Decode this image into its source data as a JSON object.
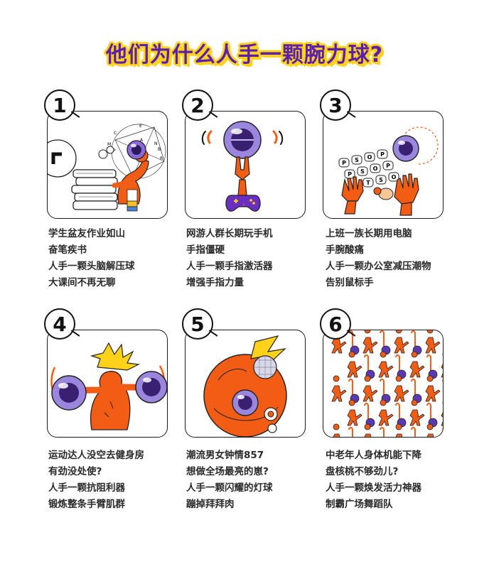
{
  "title": "他们为什么人手一颗腕力球?",
  "sections": [
    {
      "number": "1",
      "lines": [
        "学生盆友作业如山",
        "奋笔疾书",
        "人手一颗头脑解压球",
        "大课间不再无聊"
      ]
    },
    {
      "number": "2",
      "lines": [
        "网游人群长期玩手机",
        "手指僵硬",
        "人手一颗手指激活器",
        "增强手指力量"
      ]
    },
    {
      "number": "3",
      "lines": [
        "上班一族长期用电脑",
        "手腕酸痛",
        "人手一颗办公室减压潮物",
        "告别鼠标手"
      ]
    },
    {
      "number": "4",
      "lines": [
        "运动达人没空去健身房",
        "有劲没处使?",
        "人手一颗抗阻利器",
        "锻炼整条手臂肌群"
      ]
    },
    {
      "number": "5",
      "lines": [
        "潮流男女钟情857",
        "想做全场最亮的崽?",
        "人手一颗闪耀的灯球",
        "蹦掉拜拜肉"
      ]
    },
    {
      "number": "6",
      "lines": [
        "中老年人身体机能下降",
        "盘核桃不够劲儿?",
        "人手一颗焕发活力神器",
        "制霸广场舞蹈队"
      ]
    }
  ],
  "illustration_labels": {
    "geometry_points": [
      "C",
      "E",
      "M",
      "A",
      "P",
      "B",
      "R",
      "N"
    ],
    "keyboard_keys": [
      "P",
      "S",
      "O",
      "P",
      "P",
      "S",
      "O",
      "P",
      "T",
      "S",
      "O"
    ]
  },
  "colors": {
    "title_fill": "#5a1fb0",
    "title_outline": "#ffd21a",
    "orange": "#f25c14",
    "purple": "#6a2fc0",
    "yellow": "#ffd21a"
  }
}
